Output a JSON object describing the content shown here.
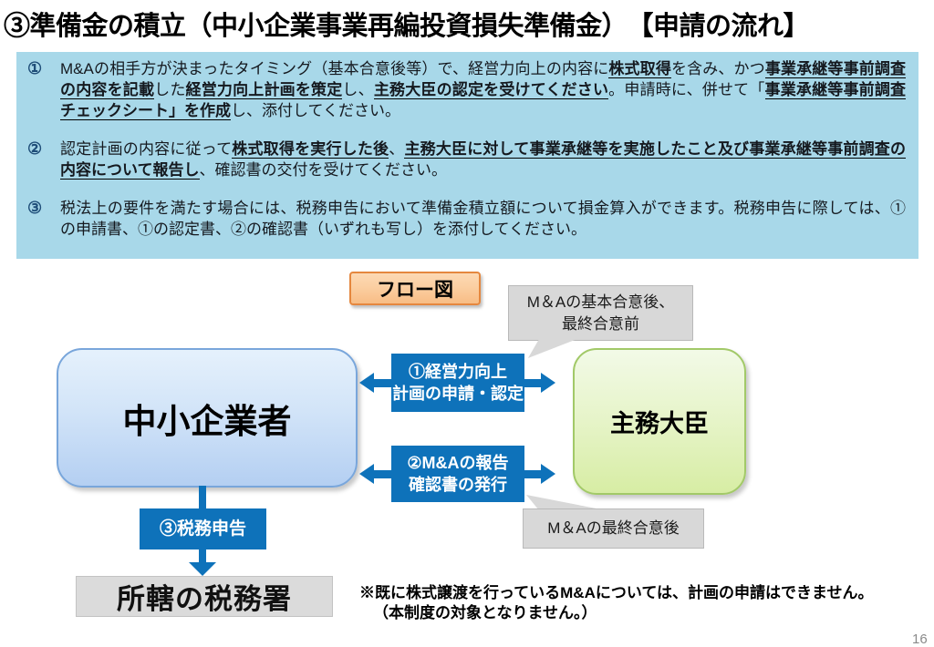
{
  "page": {
    "title": "③準備金の積立（中小企業事業再編投資損失準備金）　【申請の流れ】",
    "page_number": "16"
  },
  "notice": {
    "items": [
      {
        "num": "①",
        "segments": [
          {
            "t": "M&Aの相手方が決まったタイミング（基本合意後等）で、経営力向上の内容に"
          },
          {
            "t": "株式取得",
            "em": true
          },
          {
            "t": "を含み、かつ"
          },
          {
            "t": "事業承継等事前調査の内容を記載",
            "em": true
          },
          {
            "t": "した"
          },
          {
            "t": "経営力向上計画を策定",
            "em": true
          },
          {
            "t": "し、"
          },
          {
            "t": "主務大臣の認定を受けてください",
            "em": true
          },
          {
            "t": "。申請時に、併せて「"
          },
          {
            "t": "事業承継等事前調査チェックシート」を作成",
            "em": true
          },
          {
            "t": "し、添付してください。"
          }
        ]
      },
      {
        "num": "②",
        "segments": [
          {
            "t": "認定計画の内容に従って"
          },
          {
            "t": "株式取得を実行した後",
            "em": true
          },
          {
            "t": "、"
          },
          {
            "t": "主務大臣に対して事業承継等を実施したこと及び事業承継等事前調査の内容について報告し",
            "em": true
          },
          {
            "t": "、確認書の交付を受けてください。"
          }
        ]
      },
      {
        "num": "③",
        "segments": [
          {
            "t": "税法上の要件を満たす場合には、税務申告において準備金積立額について損金算入ができます。税務申告に際しては、①の申請書、①の認定書、②の確認書（いずれも写し）を添付してください。"
          }
        ]
      }
    ]
  },
  "flow": {
    "badge": "フロー図",
    "callout_before": {
      "line1": "M＆Aの基本合意後、",
      "line2": "最終合意前"
    },
    "callout_after": "M＆Aの最終合意後",
    "sme_box": "中小企業者",
    "minister_box": "主務大臣",
    "step1": {
      "line1": "①経営力向上",
      "line2": "計画の申請・認定"
    },
    "step2": {
      "line1": "②M&Aの報告",
      "line2": "確認書の発行"
    },
    "tax_label": "③税務申告",
    "tax_office": "所轄の税務署",
    "note": {
      "line1": "※既に株式譲渡を行っているM&Aについては、計画の申請はできません。",
      "line2": "（本制度の対象となりません。）"
    }
  },
  "colors": {
    "accent-blue": "#0e72ba",
    "panel-bg": "#a8d8e9",
    "num-blue": "#1f4e79",
    "callout-gray": "#d8d8d8",
    "office-gray": "#dbdbdb",
    "flow-badge-border": "#e5873e",
    "sme-border": "#79a6db",
    "minister-border": "#a2c968"
  }
}
